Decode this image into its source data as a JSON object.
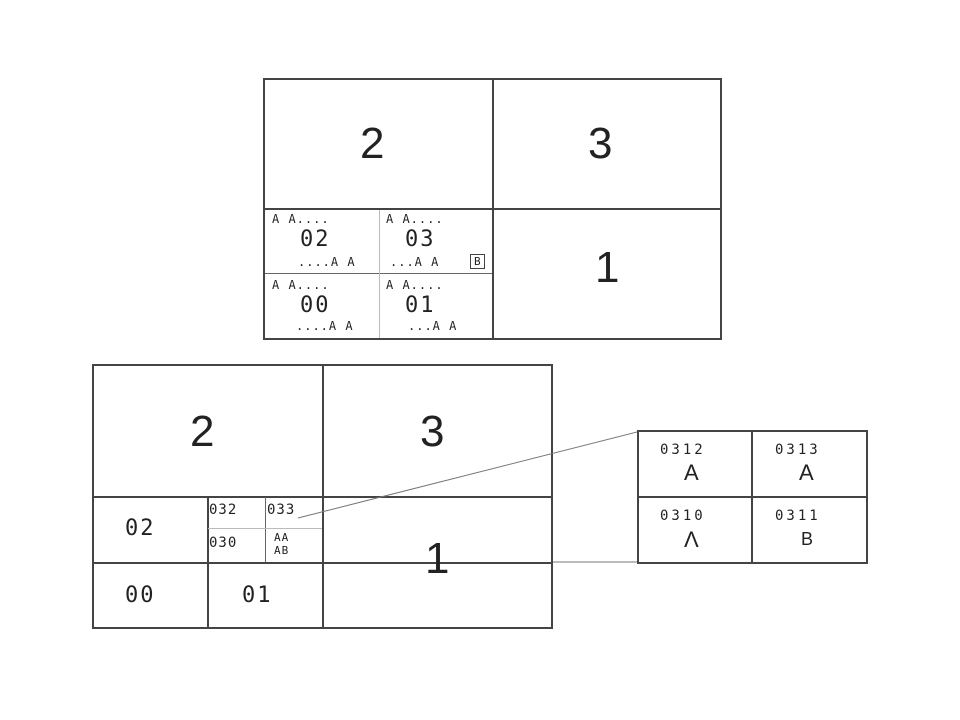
{
  "top_diagram": {
    "q2": "2",
    "q3": "3",
    "q1": "1",
    "sub02": "02",
    "sub03": "03",
    "sub00": "00",
    "sub01": "01",
    "top_marks_02": "A A....",
    "bottom_marks_02": "....A A",
    "top_marks_03": "A A....",
    "bottom_marks_03": "...A A",
    "boxed_03": "B",
    "top_marks_00": "A A....",
    "bottom_marks_00": "....A A",
    "top_marks_01": "A A....",
    "bottom_marks_01": "...A A"
  },
  "bottom_diagram": {
    "q2": "2",
    "q3": "3",
    "q1": "1",
    "sub02": "02",
    "sub00": "00",
    "sub01": "01",
    "cell032": "032",
    "cell033": "033",
    "cell030": "030",
    "cell031_top": "AA",
    "cell031_bottom": "AB"
  },
  "zoom_panel": {
    "c0312_code": "0312",
    "c0312_val": "A",
    "c0313_code": "0313",
    "c0313_val": "A",
    "c0310_code": "0310",
    "c0310_val": "Λ",
    "c0311_code": "0311",
    "c0311_val": "B"
  }
}
